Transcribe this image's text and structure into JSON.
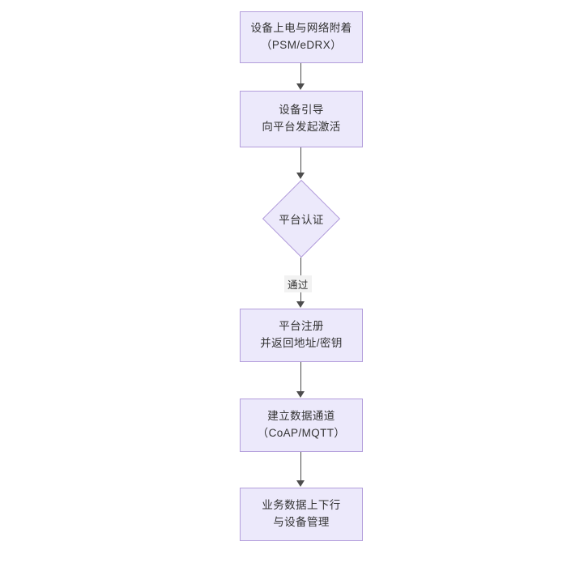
{
  "diagram": {
    "type": "flowchart",
    "direction": "top-to-bottom",
    "theme": {
      "background": "#ffffff",
      "node_fill": "#ece9fb",
      "node_border": "#b39ddb",
      "text_color": "#333333",
      "edge_color": "#4d4d4d",
      "edge_label_background": "#f2f2f2"
    },
    "nodes": [
      {
        "id": "power",
        "shape": "rectangle",
        "lines": [
          "设备上电与网络附着",
          "（PSM/eDRX）"
        ]
      },
      {
        "id": "bootstrap",
        "shape": "rectangle",
        "lines": [
          "设备引导",
          "向平台发起激活"
        ]
      },
      {
        "id": "auth",
        "shape": "diamond",
        "lines": [
          "平台认证"
        ]
      },
      {
        "id": "register",
        "shape": "rectangle",
        "lines": [
          "平台注册",
          "并返回地址/密钥"
        ]
      },
      {
        "id": "channel",
        "shape": "rectangle",
        "lines": [
          "建立数据通道",
          "（CoAP/MQTT）"
        ]
      },
      {
        "id": "business",
        "shape": "rectangle",
        "lines": [
          "业务数据上下行",
          "与设备管理"
        ]
      }
    ],
    "edges": [
      {
        "id": "e1",
        "from": "power",
        "to": "bootstrap",
        "label": ""
      },
      {
        "id": "e2",
        "from": "bootstrap",
        "to": "auth",
        "label": ""
      },
      {
        "id": "e3",
        "from": "auth",
        "to": "register",
        "label": "通过"
      },
      {
        "id": "e4",
        "from": "register",
        "to": "channel",
        "label": ""
      },
      {
        "id": "e5",
        "from": "channel",
        "to": "business",
        "label": ""
      }
    ]
  }
}
